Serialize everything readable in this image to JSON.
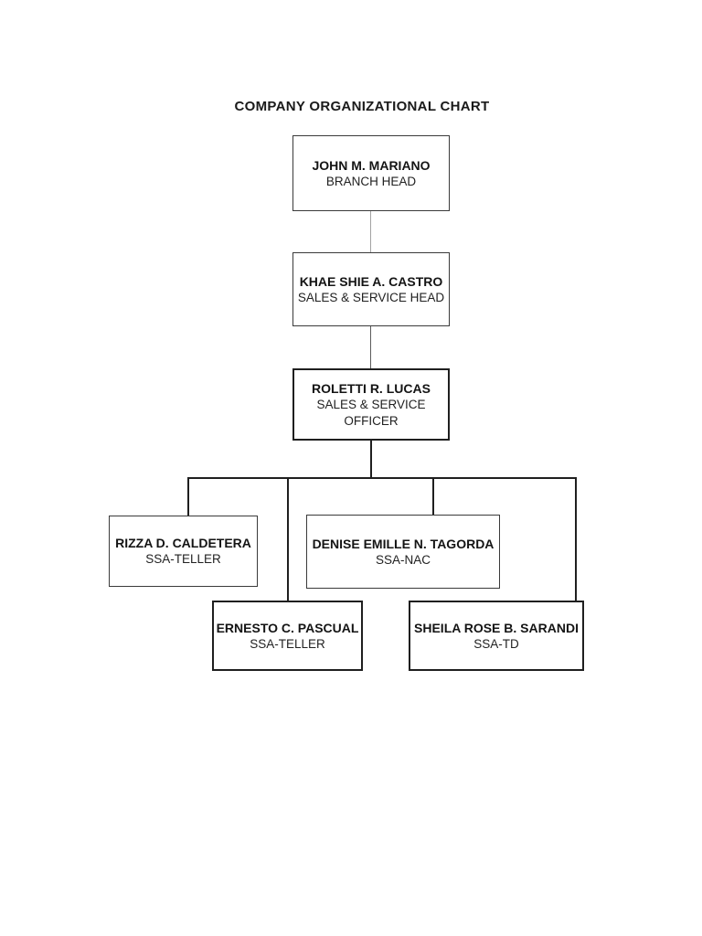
{
  "page": {
    "title": "COMPANY ORGANIZATIONAL CHART",
    "background_color": "#ffffff"
  },
  "colors": {
    "box_border_thin": "#3a3a3a",
    "box_border_thick": "#1f1f1f",
    "connector_light_gray": "#a3a3a3",
    "connector_dark_gray": "#5c5c5c",
    "connector_black": "#1f1f1f",
    "text": "#141414"
  },
  "nodes": [
    {
      "name": "JOHN M. MARIANO",
      "role_lines": [
        "BRANCH HEAD"
      ]
    },
    {
      "name": "KHAE SHIE A. CASTRO",
      "role_lines": [
        "SALES & SERVICE HEAD"
      ]
    },
    {
      "name": "ROLETTI R. LUCAS",
      "role_lines": [
        "SALES & SERVICE",
        "OFFICER"
      ]
    },
    {
      "name": "RIZZA D. CALDETERA",
      "role_lines": [
        "SSA-TELLER"
      ]
    },
    {
      "name": "DENISE EMILLE N. TAGORDA",
      "role_lines": [
        "SSA-NAC"
      ]
    },
    {
      "name": "ERNESTO C. PASCUAL",
      "role_lines": [
        "SSA-TELLER"
      ]
    },
    {
      "name": "SHEILA ROSE B. SARANDI",
      "role_lines": [
        "SSA-TD"
      ]
    }
  ]
}
